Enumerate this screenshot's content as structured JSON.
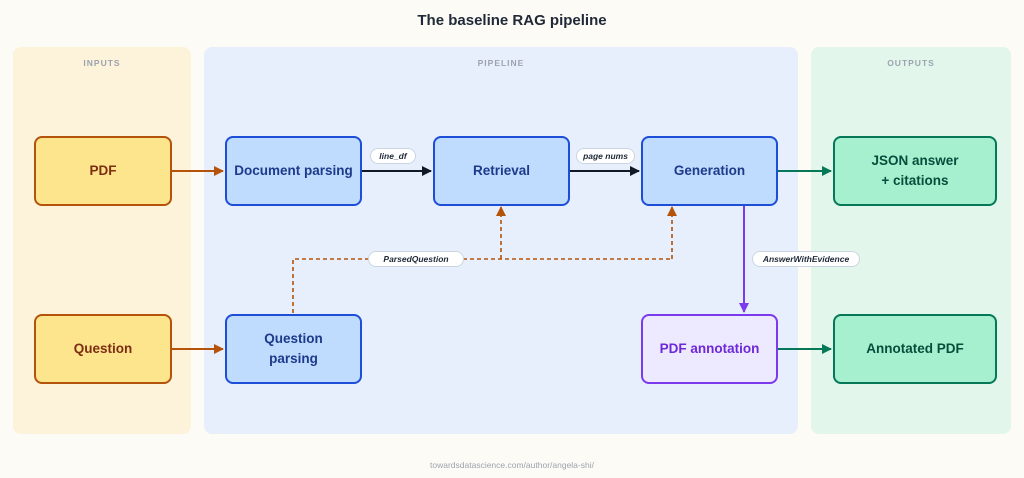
{
  "title": "The baseline RAG pipeline",
  "lanes": {
    "inputs": "INPUTS",
    "pipeline": "PIPELINE",
    "outputs": "OUTPUTS"
  },
  "nodes": {
    "pdf": "PDF",
    "question": "Question",
    "document_parsing": "Document parsing",
    "question_parsing": "Question\nparsing",
    "retrieval": "Retrieval",
    "generation": "Generation",
    "pdf_annotation": "PDF annotation",
    "json_answer": "JSON answer\n+ citations",
    "annotated_pdf": "Annotated PDF"
  },
  "edge_labels": {
    "line_df": "line_df",
    "page_nums": "page nums",
    "parsed_question": "ParsedQuestion",
    "answer_with_evidence": "AnswerWithEvidence"
  },
  "colors": {
    "input_edge": "#b45309",
    "pipeline_edge": "#111827",
    "output_edge": "#047857",
    "annotation_edge": "#7c3aed"
  },
  "footer": "towardsdatascience.com/author/angela-shi/"
}
